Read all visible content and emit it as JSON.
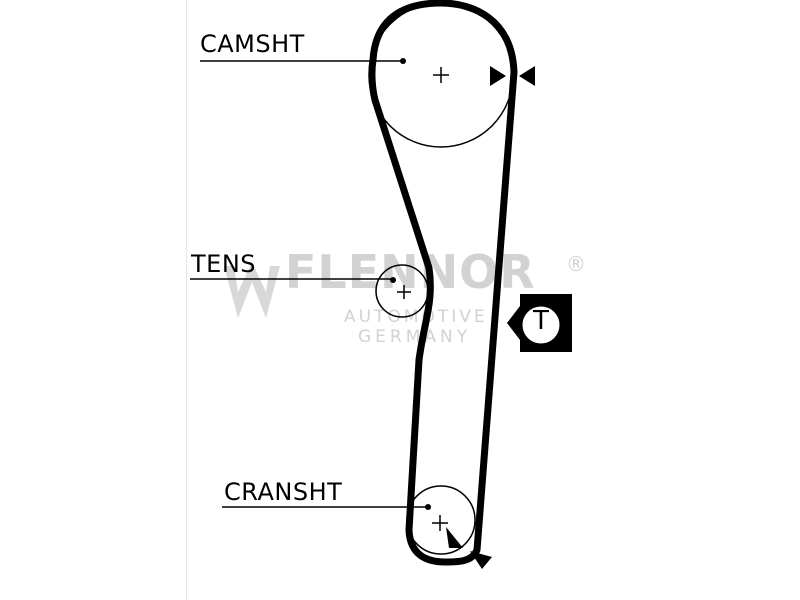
{
  "labels": {
    "camshaft": "CAMSHT",
    "tensioner": "TENS",
    "crankshaft": "CRANSHT"
  },
  "marker": {
    "letter": "T"
  },
  "watermark": {
    "brand": "FLENNOR",
    "registered": "®",
    "line1": "AUTOMOTIVE",
    "line2": "GERMANY"
  },
  "colors": {
    "ink": "#000000",
    "watermark": "#d2d2d2",
    "background": "#ffffff"
  }
}
